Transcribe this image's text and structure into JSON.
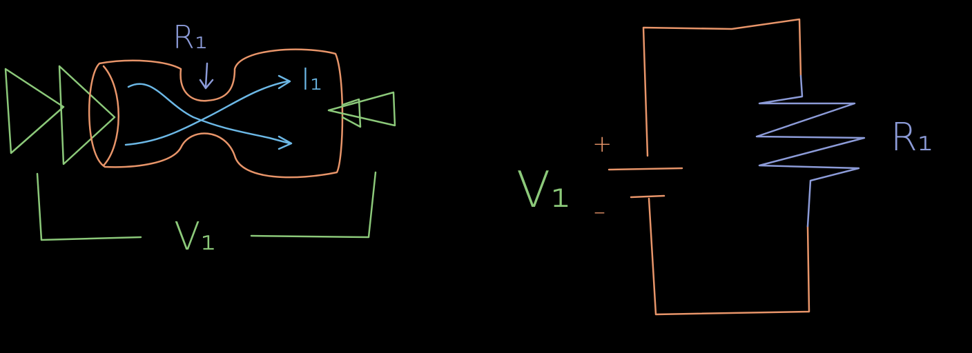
{
  "colors": {
    "background": "#000000",
    "conductor": "#E8956A",
    "terminal": "#8CC97A",
    "current": "#6CB8E6",
    "resistor": "#8C9BD8"
  },
  "left_figure": {
    "resistance_label": "R₁",
    "current_label": "I₁",
    "voltage_label": "V₁"
  },
  "right_figure": {
    "voltage_label": "V₁",
    "plus_sign": "+",
    "minus_sign": "–",
    "resistance_label": "R₁"
  }
}
